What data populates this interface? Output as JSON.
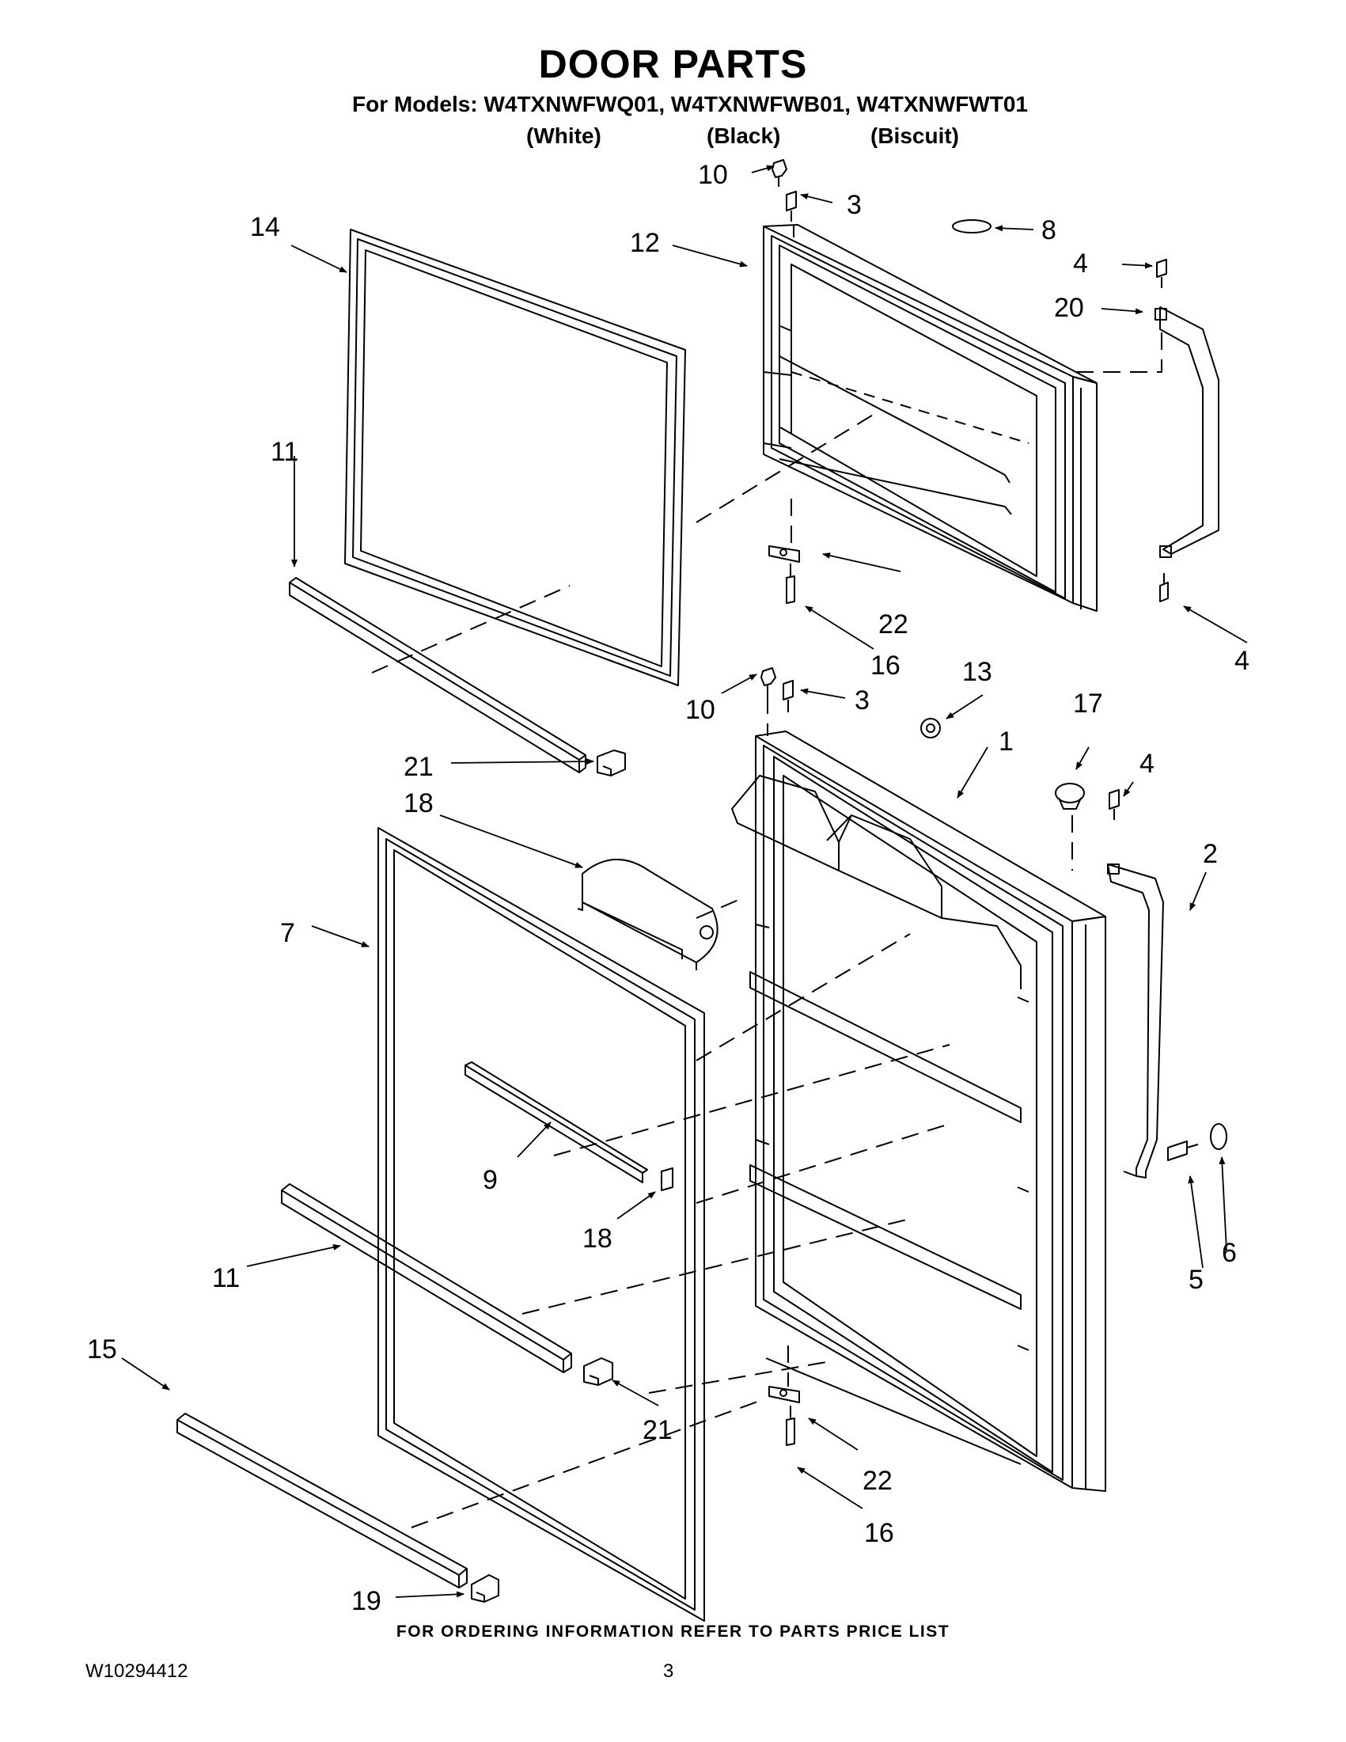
{
  "header": {
    "title": "DOOR PARTS",
    "models_line": "For Models: W4TXNWFWQ01, W4TXNWFWB01, W4TXNWFWT01",
    "colors": [
      "(White)",
      "(Black)",
      "(Biscuit)"
    ]
  },
  "callouts": [
    "1",
    "2",
    "3",
    "3",
    "4",
    "4",
    "4",
    "5",
    "6",
    "7",
    "8",
    "9",
    "10",
    "10",
    "11",
    "11",
    "12",
    "13",
    "14",
    "15",
    "16",
    "16",
    "17",
    "18",
    "18",
    "19",
    "20",
    "21",
    "21",
    "22",
    "22"
  ],
  "footer": {
    "ordering_note": "FOR ORDERING INFORMATION REFER TO PARTS PRICE LIST",
    "doc_number": "W10294412",
    "page_number": "3"
  }
}
